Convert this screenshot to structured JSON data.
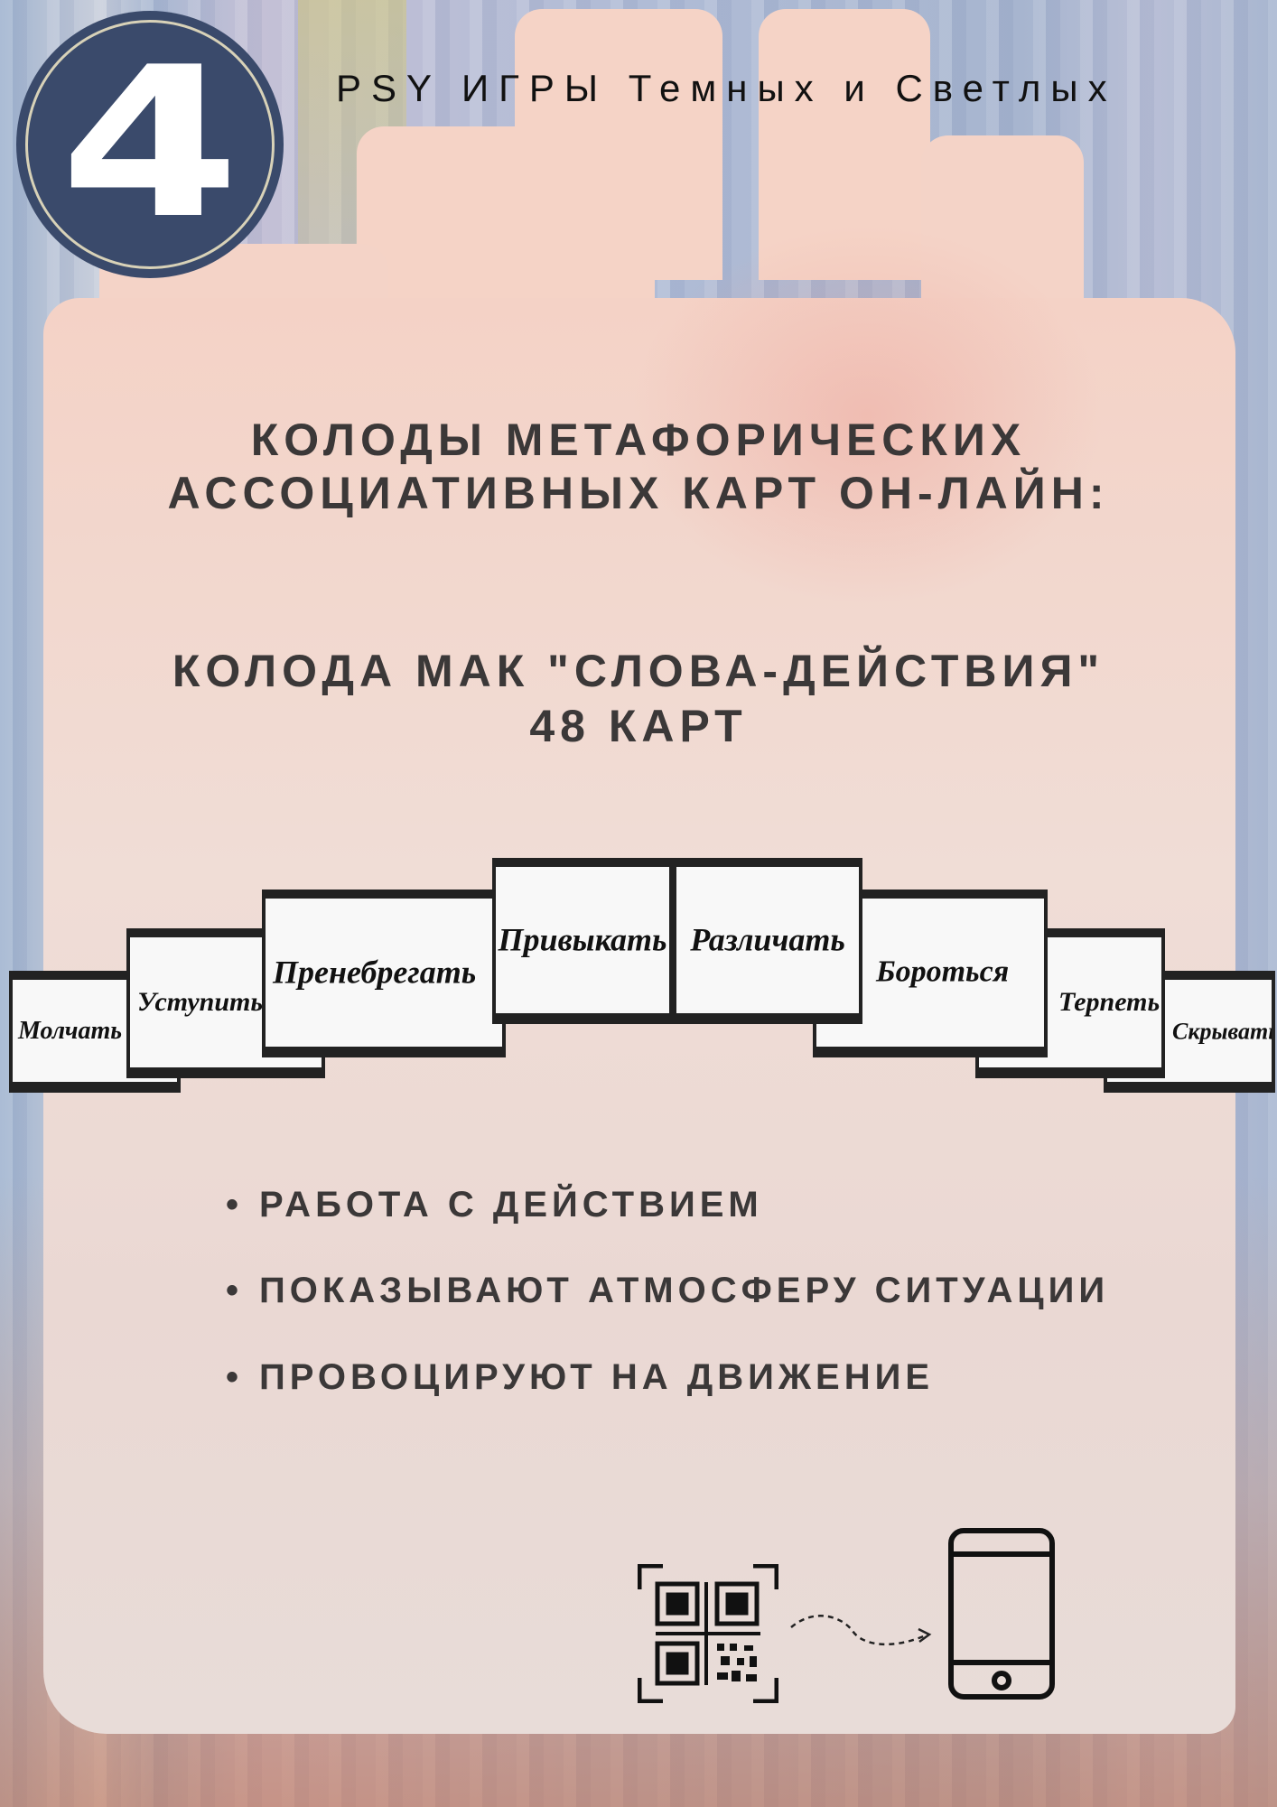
{
  "badge": {
    "number": "4"
  },
  "brand": "PSY ИГРЫ Темных и Светлых",
  "title": {
    "line1": "КОЛОДЫ МЕТАФОРИЧЕСКИХ",
    "line2": "АССОЦИАТИВНЫХ КАРТ ОН-ЛАЙН:"
  },
  "deck": {
    "line1": "КОЛОДА МАК \"СЛОВА-ДЕЙСТВИЯ\"",
    "line2": "48 КАРТ"
  },
  "cards": [
    "Молчать",
    "Уступить",
    "Пренебрегать",
    "Привыкать",
    "Различать",
    "Бороться",
    "Терпеть",
    "Скрывать"
  ],
  "bullets": [
    "РАБОТА С ДЕЙСТВИЕМ",
    "ПОКАЗЫВАЮТ АТМОСФЕРУ СИТУАЦИИ",
    "ПРОВОЦИРУЮТ НА ДВИЖЕНИЕ"
  ],
  "icons": {
    "qr": "qr-code-icon",
    "arrow": "dashed-arrow-icon",
    "phone": "smartphone-icon"
  }
}
